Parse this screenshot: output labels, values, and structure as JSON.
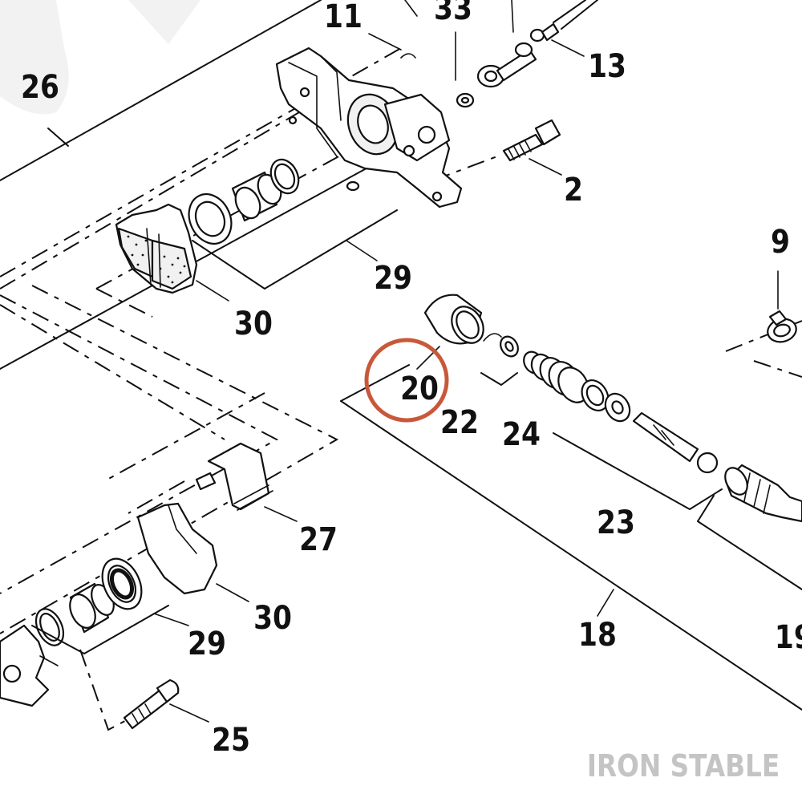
{
  "callouts": {
    "c26": "26",
    "c11": "11",
    "c33": "33",
    "c13": "13",
    "c2": "2",
    "c29a": "29",
    "c30a": "30",
    "c9": "9",
    "c20": "20",
    "c22": "22",
    "c24": "24",
    "c23": "23",
    "c27": "27",
    "c30b": "30",
    "c29b": "29",
    "c18": "18",
    "c19": "19",
    "c25": "25"
  },
  "highlight": {
    "callout": "20",
    "color": "#c8583a"
  },
  "watermark": "IRON STABLE"
}
